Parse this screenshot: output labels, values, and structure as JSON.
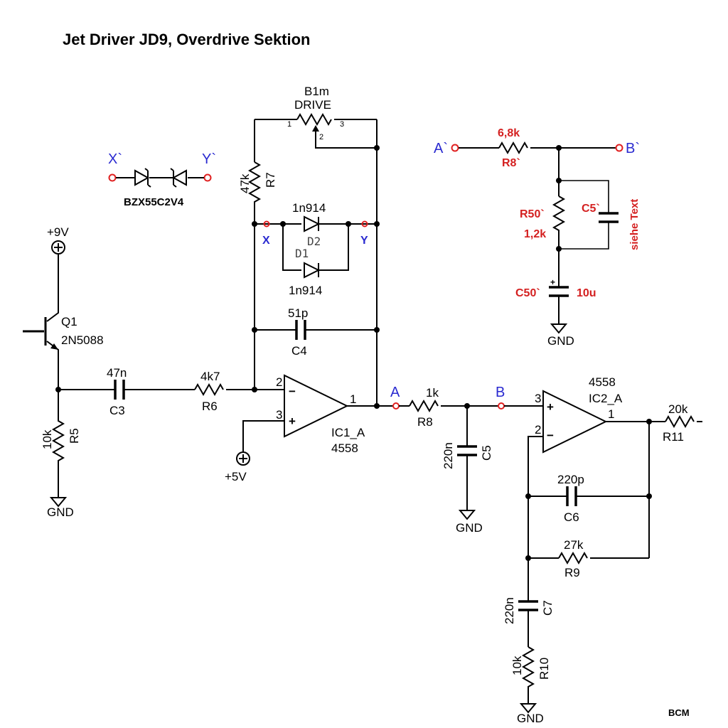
{
  "title": "Jet Driver JD9, Overdrive Sektion",
  "signature": "BCM",
  "components": {
    "potentiometer": {
      "ref": "B1m",
      "name": "DRIVE",
      "pin1": "1",
      "pin2": "2",
      "pin3": "3"
    },
    "r7": {
      "ref": "R7",
      "value": "47k"
    },
    "zener": {
      "ref": "BZX55C2V4",
      "node_left": "X`",
      "node_right": "Y`"
    },
    "d1": {
      "ref": "D1",
      "value": "1n914"
    },
    "d2": {
      "ref": "D2",
      "value": "1n914"
    },
    "node_x": "X",
    "node_y": "Y",
    "c4": {
      "ref": "C4",
      "value": "51p"
    },
    "supply": {
      "label": "+9V"
    },
    "q1": {
      "ref": "Q1",
      "value": "2N5088"
    },
    "c3": {
      "ref": "C3",
      "value": "47n"
    },
    "r6": {
      "ref": "R6",
      "value": "4k7"
    },
    "r5": {
      "ref": "R5",
      "value": "10k"
    },
    "ic1": {
      "ref": "IC1_A",
      "value": "4558",
      "pin_inv": "2",
      "pin_noninv": "3",
      "pin_out": "1",
      "minus": "−",
      "plus": "+"
    },
    "vref": {
      "label": "+5V"
    },
    "node_a": "A",
    "node_b": "B",
    "r8": {
      "ref": "R8",
      "value": "1k"
    },
    "c5": {
      "ref": "C5",
      "value": "220n"
    },
    "ic2": {
      "ref": "IC2_A",
      "value": "4558",
      "pin_inv": "2",
      "pin_noninv": "3",
      "pin_out": "1",
      "minus": "−",
      "plus": "+"
    },
    "r11": {
      "ref": "R11",
      "value": "20k"
    },
    "c6": {
      "ref": "C6",
      "value": "220p"
    },
    "r9": {
      "ref": "R9",
      "value": "27k"
    },
    "c7": {
      "ref": "C7",
      "value": "220n"
    },
    "r10": {
      "ref": "R10",
      "value": "10k"
    },
    "gnd_label": "GND"
  },
  "variant": {
    "node_a": "A`",
    "node_b": "B`",
    "r8": {
      "ref": "R8`",
      "value": "6,8k"
    },
    "r50": {
      "ref": "R50`",
      "value": "1,2k"
    },
    "c5": {
      "ref": "C5`",
      "note": "siehe Text"
    },
    "c50": {
      "ref": "C50`",
      "value": "10u",
      "polarity": "+"
    },
    "gnd_label": "GND"
  }
}
